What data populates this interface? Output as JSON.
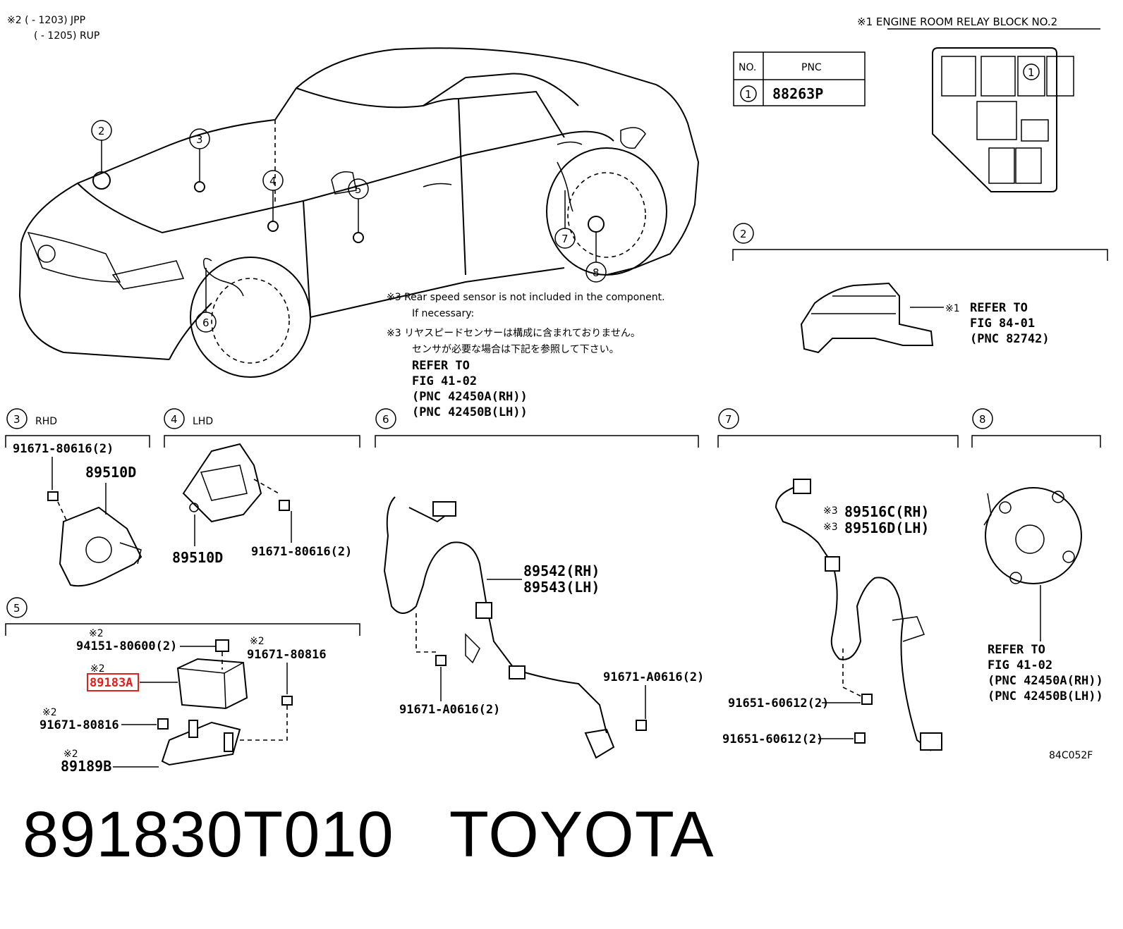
{
  "header": {
    "market_note_1": "※2 (        - 1203) JPP",
    "market_note_2": "(        - 1205) RUP",
    "relay_block_title": "※1  ENGINE ROOM RELAY BLOCK NO.2"
  },
  "pnc_table": {
    "col_no": "NO.",
    "col_pnc": "PNC",
    "rows": [
      {
        "no": "1",
        "pnc": "88263P"
      }
    ]
  },
  "relay_block": {
    "marker": "1"
  },
  "callouts": [
    "2",
    "3",
    "4",
    "5",
    "6",
    "7",
    "8"
  ],
  "notes": {
    "en_line1": "※3 Rear speed sensor is not included in the component.",
    "en_line2": "If necessary:",
    "jp_line1": "※3 リヤスピードセンサーは構成に含まれておりません。",
    "jp_line2": "センサが必要な場合は下記を参照して下さい。",
    "ref_line1": "REFER TO",
    "ref_line2": "FIG 41-02",
    "ref_line3": "(PNC 42450A(RH))",
    "ref_line4": "(PNC 42450B(LH))"
  },
  "section2": {
    "num": "2",
    "mark": "※1",
    "ref1": "REFER TO",
    "ref2": "FIG 84-01",
    "ref3": "(PNC 82742)"
  },
  "section3": {
    "num": "3",
    "label": "RHD",
    "bolt": "91671-80616(2)",
    "part": "89510D"
  },
  "section4": {
    "num": "4",
    "label": "LHD",
    "part": "89510D",
    "bolt": "91671-80616(2)"
  },
  "section5": {
    "num": "5",
    "nut_mark": "※2",
    "nut": "94151-80600(2)",
    "bolt1_mark": "※2",
    "bolt1": "91671-80816",
    "sensor_mark": "※2",
    "sensor": "89183A",
    "bolt2_mark": "※2",
    "bolt2": "91671-80816",
    "bracket_mark": "※2",
    "bracket": "89189B"
  },
  "section6": {
    "num": "6",
    "sensor_rh": "89542(RH)",
    "sensor_lh": "89543(LH)",
    "bolt1": "91671-A0616(2)",
    "bolt2": "91671-A0616(2)"
  },
  "section7": {
    "num": "7",
    "mark1": "※3",
    "sensor_rh": "89516C(RH)",
    "mark2": "※3",
    "sensor_lh": "89516D(LH)",
    "bolt1": "91651-60612(2)",
    "bolt2": "91651-60612(2)"
  },
  "section8": {
    "num": "8",
    "ref1": "REFER TO",
    "ref2": "FIG 41-02",
    "ref3": "(PNC 42450A(RH))",
    "ref4": "(PNC 42450B(LH))"
  },
  "figure_code": "84C052F",
  "bottom_title": "891830T010   TOYOTA",
  "colors": {
    "highlight": "#e0201c",
    "ink": "#000000"
  }
}
